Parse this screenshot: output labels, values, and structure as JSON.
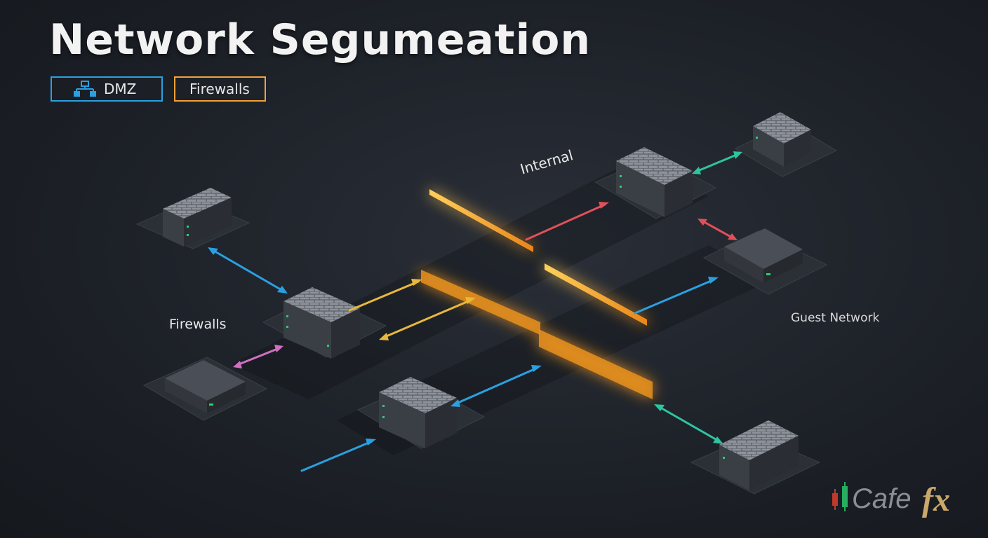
{
  "title": "Network Segumeation",
  "legend": {
    "dmz_label": "DMZ",
    "firewalls_label": "Firewalls"
  },
  "labels": {
    "internal": "Internal",
    "firewalls": "Firewalls",
    "guest_network": "Guest Network"
  },
  "logo": {
    "text_plain": "Cafe",
    "text_fx": "fx"
  },
  "colors": {
    "blue": "#2aa0e0",
    "orange": "#f2a23a",
    "teal": "#2ec4a0",
    "red": "#e0505a",
    "yellow": "#e8b83a",
    "pink": "#d070c0"
  }
}
